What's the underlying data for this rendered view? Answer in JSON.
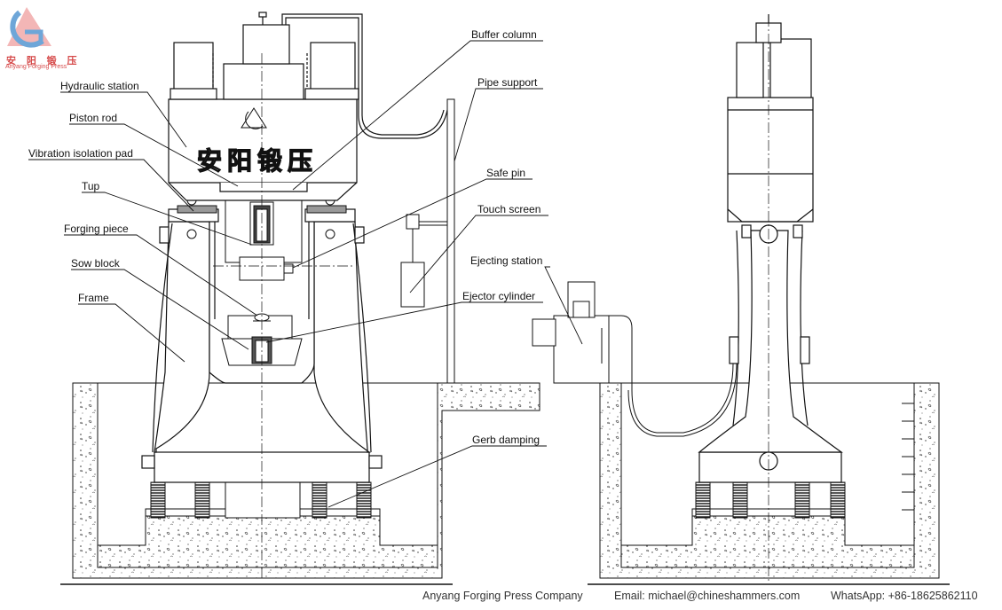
{
  "logo": {
    "cn": "安 阳 锻 压",
    "en": "Anyang Forging Press"
  },
  "nameplate": {
    "cn": "安阳锻压"
  },
  "labels": {
    "hydraulic_station": "Hydraulic station",
    "piston_rod": "Piston rod",
    "vibration_isolation_pad": "Vibration isolation pad",
    "tup": "Tup",
    "forging_piece": "Forging piece",
    "sow_block": "Sow block",
    "frame": "Frame",
    "buffer_column": "Buffer column",
    "pipe_support": "Pipe support",
    "safe_pin": "Safe pin",
    "touch_screen": "Touch screen",
    "ejecting_station": "Ejecting station",
    "ejector_cylinder": "Ejector cylinder",
    "gerb_damping": "Gerb damping"
  },
  "footer": {
    "company": "Anyang Forging Press Company",
    "email": "Email: michael@chineshammers.com",
    "whatsapp": "WhatsApp: +86-18625862110"
  },
  "colors": {
    "brand": "#d64a4a",
    "line": "#111111"
  }
}
